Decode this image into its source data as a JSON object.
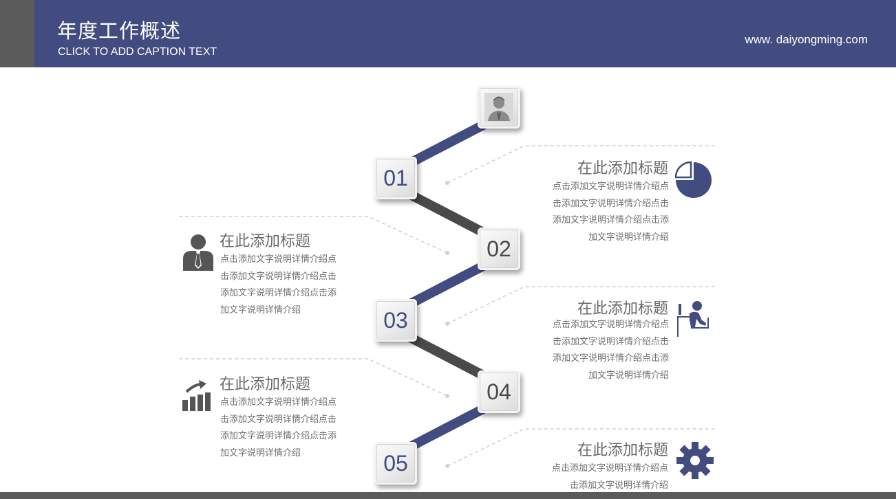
{
  "header": {
    "title": "年度工作概述",
    "subtitle": "CLICK TO ADD CAPTION TEXT",
    "url": "www. daiyongming.com"
  },
  "colors": {
    "accent": "#434c80",
    "dark": "#4a4a4a",
    "text": "#6a6a6a"
  },
  "steps": [
    {
      "number": "01",
      "color": "blue"
    },
    {
      "number": "02",
      "color": "gray"
    },
    {
      "number": "03",
      "color": "blue"
    },
    {
      "number": "04",
      "color": "gray"
    },
    {
      "number": "05",
      "color": "blue"
    }
  ],
  "items": [
    {
      "title": "在此添加标题",
      "icon": "pie-chart-icon",
      "lines": [
        "点击添加文字说明详情介绍点",
        "击添加文字说明详情介绍点击",
        "添加文字说明详情介绍点击添",
        "加文字说明详情介绍"
      ]
    },
    {
      "title": "在此添加标题",
      "icon": "businessman-icon",
      "lines": [
        "点击添加文字说明详情介绍点",
        "击添加文字说明详情介绍点击",
        "添加文字说明详情介绍点击添",
        "加文字说明详情介绍"
      ]
    },
    {
      "title": "在此添加标题",
      "icon": "person-at-desk-icon",
      "lines": [
        "点击添加文字说明详情介绍点",
        "击添加文字说明详情介绍点击",
        "添加文字说明详情介绍点击添",
        "加文字说明详情介绍"
      ]
    },
    {
      "title": "在此添加标题",
      "icon": "growth-chart-icon",
      "lines": [
        "点击添加文字说明详情介绍点",
        "击添加文字说明详情介绍点击",
        "添加文字说明详情介绍点击添",
        "加文字说明详情介绍"
      ]
    },
    {
      "title": "在此添加标题",
      "icon": "gear-icon",
      "lines": [
        "点击添加文字说明详情介绍点",
        "击添加文字说明详情介绍"
      ]
    }
  ]
}
